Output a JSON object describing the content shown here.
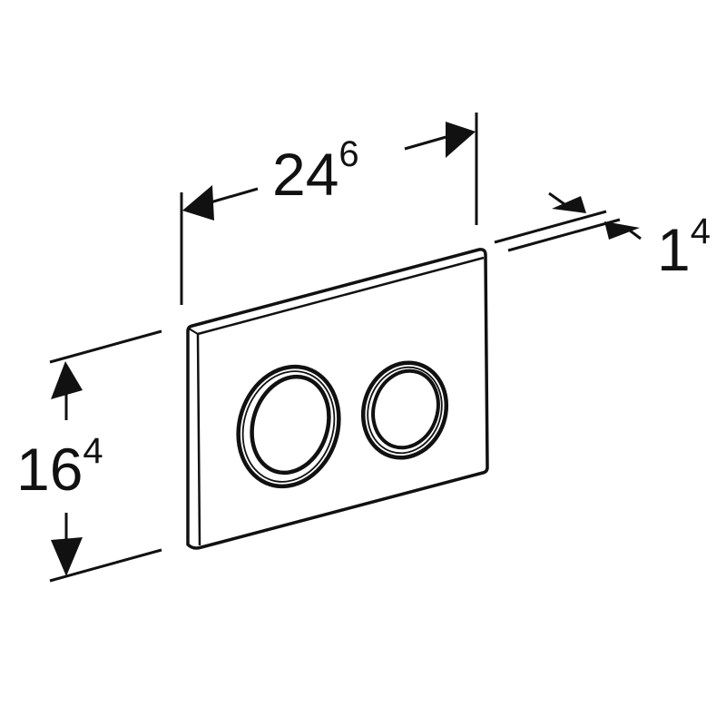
{
  "drawing": {
    "subject": "flush plate with two round buttons",
    "line_color": "#111111",
    "background": "#ffffff"
  },
  "dimensions": {
    "width": {
      "main": "24",
      "sup": "6"
    },
    "height": {
      "main": "16",
      "sup": "4"
    },
    "thickness": {
      "main": "1",
      "sup": "4"
    }
  },
  "buttons": [
    {
      "name": "large-flush-button"
    },
    {
      "name": "small-flush-button"
    }
  ]
}
